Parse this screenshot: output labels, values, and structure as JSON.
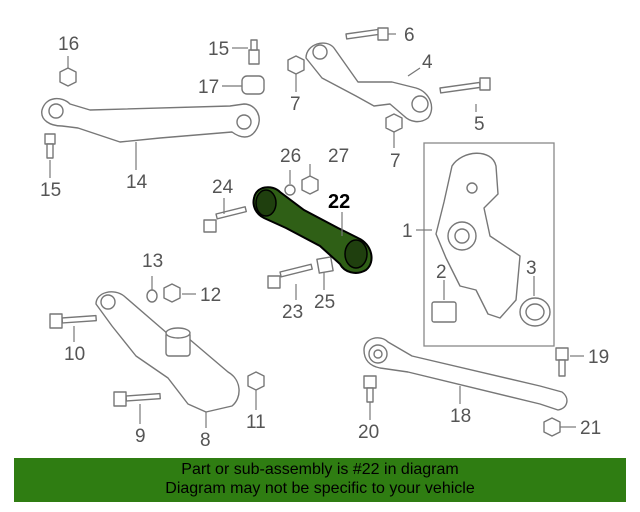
{
  "callouts": {
    "c1": "1",
    "c2": "2",
    "c3": "3",
    "c4": "4",
    "c5": "5",
    "c6": "6",
    "c7a": "7",
    "c7b": "7",
    "c8": "8",
    "c9": "9",
    "c10": "10",
    "c11": "11",
    "c12": "12",
    "c13": "13",
    "c14": "14",
    "c15a": "15",
    "c15b": "15",
    "c16": "16",
    "c17": "17",
    "c18": "18",
    "c19": "19",
    "c20": "20",
    "c21": "21",
    "c22": "22",
    "c23": "23",
    "c24": "24",
    "c25": "25",
    "c26": "26",
    "c27": "27"
  },
  "highlight_part": "22",
  "colors": {
    "highlight": "#2f5f16",
    "banner": "#2f7d12",
    "line": "#777777"
  },
  "banner": {
    "line1": "Part or sub-assembly is #22 in diagram",
    "line2": "Diagram may not be specific to your vehicle"
  }
}
